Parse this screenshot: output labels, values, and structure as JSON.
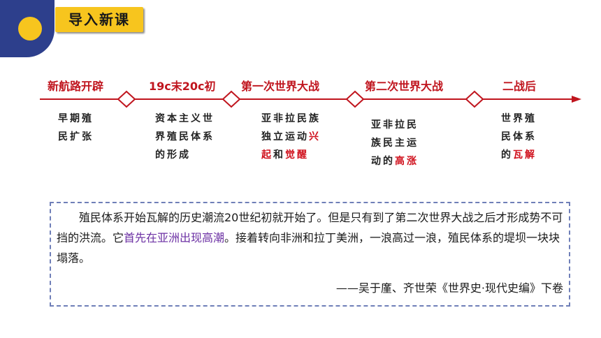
{
  "header": {
    "title": "导入新课"
  },
  "colors": {
    "accent": "#f7c51e",
    "brand": "#2d3f8c",
    "timeline": "#c0151e",
    "highlight_red": "#d0111d",
    "highlight_purple": "#6b2fa3"
  },
  "timeline": {
    "periods": [
      "新航路开辟",
      "19c末20c初",
      "第一次世界大战",
      "第二次世界大战",
      "二战后"
    ],
    "descriptions": [
      {
        "lines": [
          "早期殖",
          "民扩张"
        ]
      },
      {
        "lines": [
          "资本主义世",
          "界殖民体系",
          "的形成"
        ]
      },
      {
        "line1": "亚非拉民族",
        "line2_a": "独立运动",
        "line2_b": "兴",
        "line3_a": "起",
        "line3_b": "和",
        "line3_c": "觉醒"
      },
      {
        "line1": "亚非拉民",
        "line2": "族民主运",
        "line3_a": "动的",
        "line3_b": "高涨"
      },
      {
        "line1": "世界殖",
        "line2": "民体系",
        "line3_a": "的",
        "line3_b": "瓦解"
      }
    ]
  },
  "quote": {
    "part1": "殖民体系开始瓦解的历史潮流20世纪初就开始了。但是只有到了第二次世界大战之后才形成势不可挡的洪流。它",
    "highlight": "首先在亚洲出现高潮",
    "part2": "。接着转向非洲和拉丁美洲，一浪高过一浪，殖民体系的堤坝一块块塌落。",
    "source": "——吴于廑、齐世荣《世界史·现代史编》下卷"
  }
}
